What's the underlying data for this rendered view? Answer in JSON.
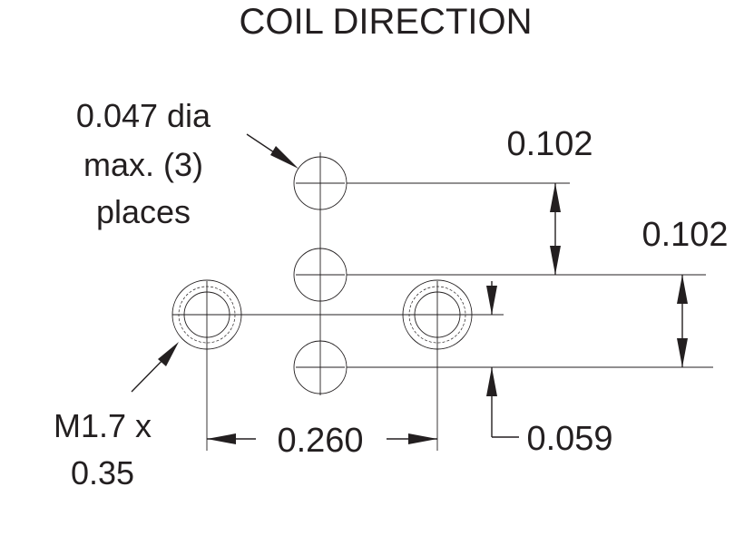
{
  "title": "COIL DIRECTION",
  "hole_note": {
    "line1": "0.047 dia",
    "line2": "max. (3)",
    "line3": "places"
  },
  "thread_note": {
    "line1": "M1.7 x",
    "line2": "0.35"
  },
  "dimensions": {
    "upper_vertical_spacing": "0.102",
    "lower_vertical_spacing": "0.102",
    "thread_horizontal_spacing": "0.260",
    "thread_vertical_offset": "0.059"
  }
}
